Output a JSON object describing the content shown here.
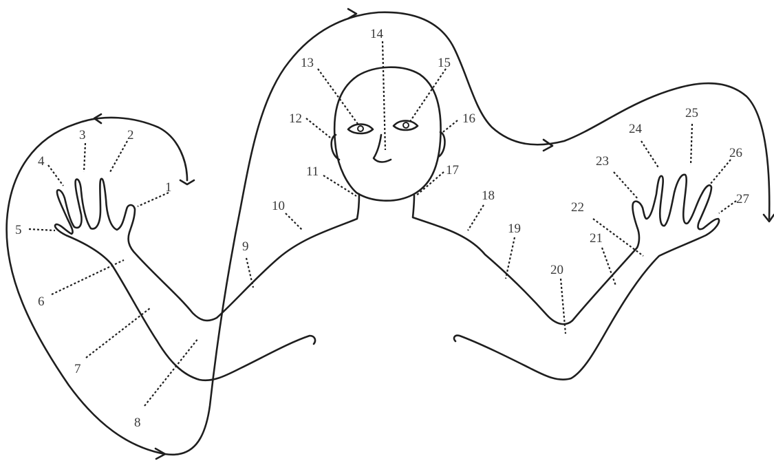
{
  "diagram": {
    "points": [
      {
        "label": "1"
      },
      {
        "label": "2"
      },
      {
        "label": "3"
      },
      {
        "label": "4"
      },
      {
        "label": "5"
      },
      {
        "label": "6"
      },
      {
        "label": "7"
      },
      {
        "label": "8"
      },
      {
        "label": "9"
      },
      {
        "label": "10"
      },
      {
        "label": "11"
      },
      {
        "label": "12"
      },
      {
        "label": "13"
      },
      {
        "label": "14"
      },
      {
        "label": "15"
      },
      {
        "label": "16"
      },
      {
        "label": "17"
      },
      {
        "label": "18"
      },
      {
        "label": "19"
      },
      {
        "label": "20"
      },
      {
        "label": "21"
      },
      {
        "label": "22"
      },
      {
        "label": "23"
      },
      {
        "label": "24"
      },
      {
        "label": "25"
      },
      {
        "label": "26"
      },
      {
        "label": "27"
      }
    ],
    "colors": {
      "ink": "#1e1e1e",
      "label": "#3a3a3a",
      "background": "#ffffff"
    }
  }
}
